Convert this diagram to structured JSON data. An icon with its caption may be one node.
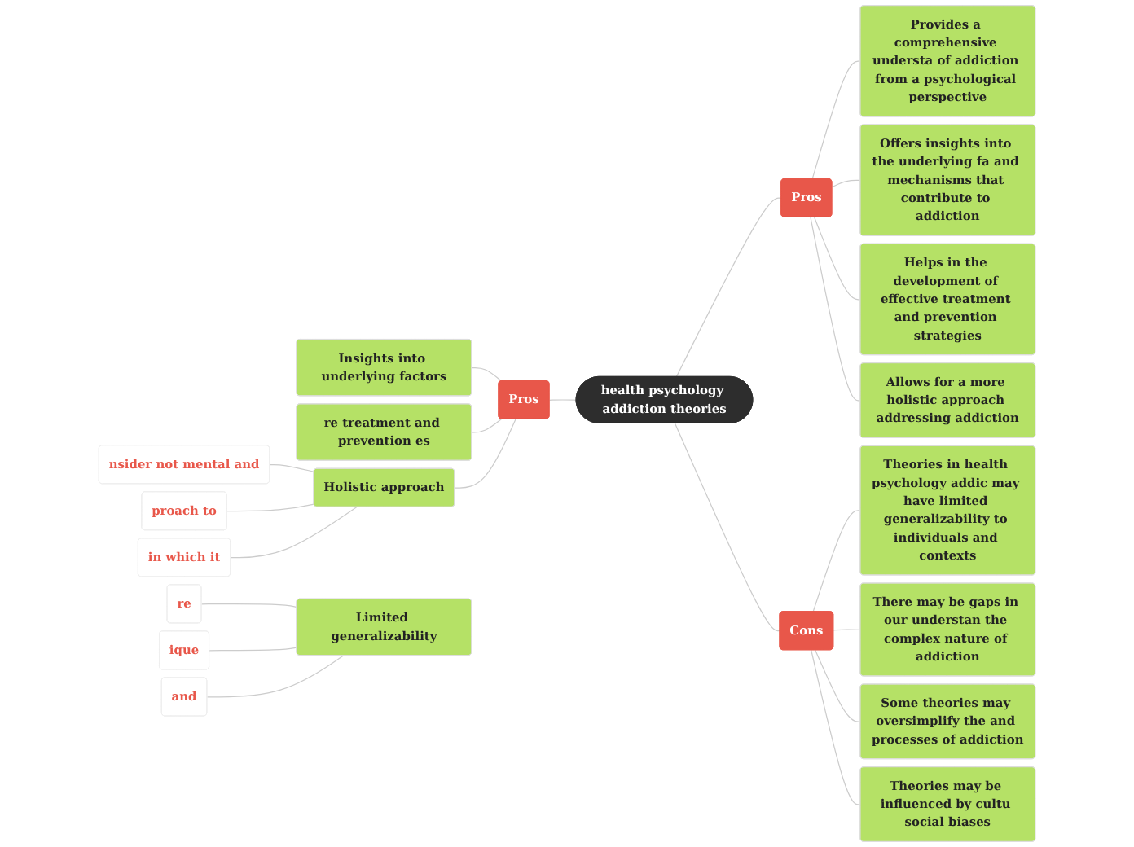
{
  "diagram": {
    "nodes": [
      {
        "text": [
          "health psychology addiction theories"
        ]
      },
      {
        "text": [
          "Pros"
        ]
      },
      {
        "text": [
          "Insights into underlying factors"
        ]
      },
      {
        "text": [
          "re treatment and prevention es"
        ]
      },
      {
        "text": [
          "Holistic approach"
        ]
      },
      {
        "text": [
          "nsider not mental and"
        ]
      },
      {
        "text": [
          "proach to"
        ]
      },
      {
        "text": [
          "in which it"
        ]
      },
      {
        "text": [
          "Limited generalizability"
        ]
      },
      {
        "text": [
          "re"
        ]
      },
      {
        "text": [
          "ique"
        ]
      },
      {
        "text": [
          "and"
        ]
      },
      {
        "text": [
          "Pros"
        ]
      },
      {
        "text": [
          "Provides a comprehensive understa of addiction from a psychological perspective"
        ]
      },
      {
        "text": [
          "Offers insights into the underlying fa and mechanisms that contribute to addiction"
        ]
      },
      {
        "text": [
          "Helps in the development of effective treatment and prevention strategies"
        ]
      },
      {
        "text": [
          "Allows for a more holistic approach addressing addiction"
        ]
      },
      {
        "text": [
          "Cons"
        ]
      },
      {
        "text": [
          "Theories in health psychology addic may have limited generalizability to individuals and contexts"
        ]
      },
      {
        "text": [
          "There may be gaps in our understan the complex nature of addiction"
        ]
      },
      {
        "text": [
          "Some theories may oversimplify the and processes of addiction"
        ]
      },
      {
        "text": [
          "Theories may be influenced by cultu social biases"
        ]
      }
    ],
    "edges": [
      {
        "from": 0,
        "to": 1,
        "arrow": "none"
      },
      {
        "from": 1,
        "to": 2,
        "arrow": "none"
      },
      {
        "from": 1,
        "to": 3,
        "arrow": "none"
      },
      {
        "from": 1,
        "to": 4,
        "arrow": "none"
      },
      {
        "from": 4,
        "to": 5,
        "arrow": "none"
      },
      {
        "from": 4,
        "to": 6,
        "arrow": "none"
      },
      {
        "from": 4,
        "to": 7,
        "arrow": "none"
      },
      {
        "from": 8,
        "to": 9,
        "arrow": "none"
      },
      {
        "from": 8,
        "to": 10,
        "arrow": "none"
      },
      {
        "from": 8,
        "to": 11,
        "arrow": "none"
      },
      {
        "from": 0,
        "to": 12,
        "arrow": "none"
      },
      {
        "from": 12,
        "to": 13,
        "arrow": "none"
      },
      {
        "from": 12,
        "to": 14,
        "arrow": "none"
      },
      {
        "from": 12,
        "to": 15,
        "arrow": "none"
      },
      {
        "from": 12,
        "to": 16,
        "arrow": "none"
      },
      {
        "from": 0,
        "to": 17,
        "arrow": "none"
      },
      {
        "from": 17,
        "to": 18,
        "arrow": "none"
      },
      {
        "from": 17,
        "to": 19,
        "arrow": "none"
      },
      {
        "from": 17,
        "to": 20,
        "arrow": "none"
      },
      {
        "from": 17,
        "to": 21,
        "arrow": "none"
      }
    ]
  }
}
